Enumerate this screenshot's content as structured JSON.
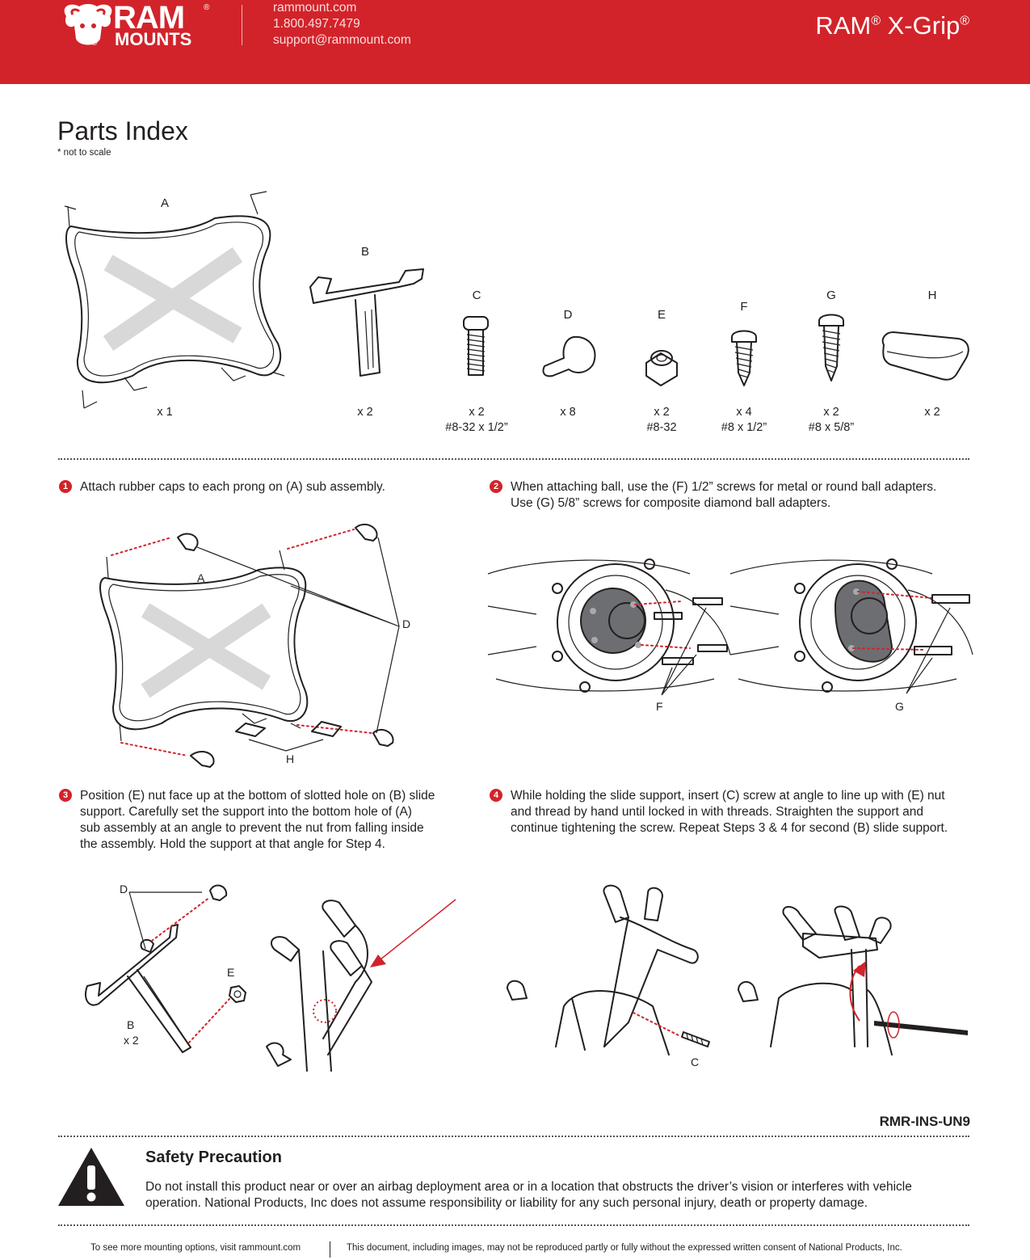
{
  "header": {
    "logo_ram": "RAM",
    "logo_mounts": "MOUNTS",
    "logo_reg": "®",
    "contact": [
      "rammount.com",
      "1.800.497.7479",
      "support@rammount.com"
    ],
    "product_name": "RAM",
    "product_reg1": "®",
    "product_sub": " X-Grip",
    "product_reg2": "®"
  },
  "parts_index": {
    "title": "Parts Index",
    "note": "* not to scale",
    "parts": [
      {
        "letter": "A",
        "qty": "x 1",
        "spec": ""
      },
      {
        "letter": "B",
        "qty": "x 2",
        "spec": ""
      },
      {
        "letter": "C",
        "qty": "x 2",
        "spec": "#8-32 x 1/2”"
      },
      {
        "letter": "D",
        "qty": "x 8",
        "spec": ""
      },
      {
        "letter": "E",
        "qty": "x 2",
        "spec": "#8-32"
      },
      {
        "letter": "F",
        "qty": "x 4",
        "spec": "#8 x 1/2”"
      },
      {
        "letter": "G",
        "qty": "x 2",
        "spec": "#8 x 5/8”"
      },
      {
        "letter": "H",
        "qty": "x 2",
        "spec": ""
      }
    ]
  },
  "steps": [
    {
      "num": "1",
      "lines": [
        "Attach rubber caps to each prong on (A) sub assembly."
      ]
    },
    {
      "num": "2",
      "lines": [
        "When attaching ball, use the (F) 1/2” screws for metal or round ball adapters.",
        "Use (G) 5/8” screws for composite diamond ball adapters."
      ]
    },
    {
      "num": "3",
      "lines": [
        "Position (E) nut face up at the bottom of slotted hole on (B) slide",
        "support. Carefully set the support into the bottom hole of (A)",
        "sub assembly at an angle to prevent the nut from falling inside",
        "the assembly. Hold the support at that angle for Step 4."
      ]
    },
    {
      "num": "4",
      "lines": [
        "While holding the slide support, insert (C) screw at angle to line up with (E) nut",
        "and thread by hand until locked in with threads. Straighten the support and",
        "continue tightening the screw. Repeat Steps 3 & 4 for second (B) slide support."
      ]
    }
  ],
  "figure_labels": {
    "step1": {
      "a": "A",
      "d": "D",
      "h": "H"
    },
    "step2": {
      "f": "F",
      "g": "G"
    },
    "step3": {
      "d": "D",
      "e": "E",
      "b": "B",
      "bqty": "x 2"
    },
    "step4": {
      "c": "C"
    }
  },
  "document_code": "RMR-INS-UN9",
  "safety": {
    "title": "Safety Precaution",
    "lines": [
      "Do not install this product near or over an airbag deployment area or in a location that obstructs the driver’s vision or interferes with vehicle",
      "operation. National Products, Inc does not assume responsibility or liability for any such personal injury, death or property damage."
    ]
  },
  "footer": {
    "left": "To see more mounting options, visit rammount.com",
    "right": "This document, including images, may not be reproduced partly or fully without the expressed written consent of National Products, Inc."
  },
  "colors": {
    "brand_red": "#d2232a",
    "text": "#231f20"
  }
}
